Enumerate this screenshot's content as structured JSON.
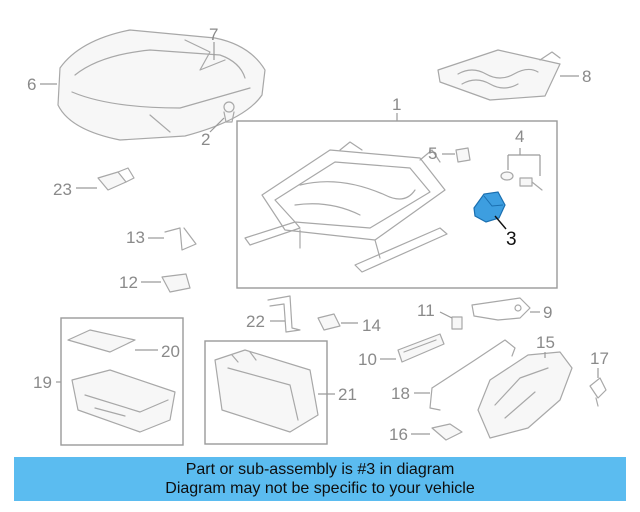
{
  "callouts": {
    "c1": "1",
    "c2": "2",
    "c3": "3",
    "c4": "4",
    "c5": "5",
    "c6": "6",
    "c7": "7",
    "c8": "8",
    "c9": "9",
    "c10": "10",
    "c11": "11",
    "c12": "12",
    "c13": "13",
    "c14": "14",
    "c15": "15",
    "c16": "16",
    "c17": "17",
    "c18": "18",
    "c19": "19",
    "c20": "20",
    "c21": "21",
    "c22": "22",
    "c23": "23"
  },
  "highlight": {
    "part_number": "3",
    "color": "#3d9ee0"
  },
  "banner": {
    "line1": "Part or sub-assembly is #3 in diagram",
    "line2": "Diagram may not be specific to your vehicle",
    "background": "#5bbcf0"
  }
}
